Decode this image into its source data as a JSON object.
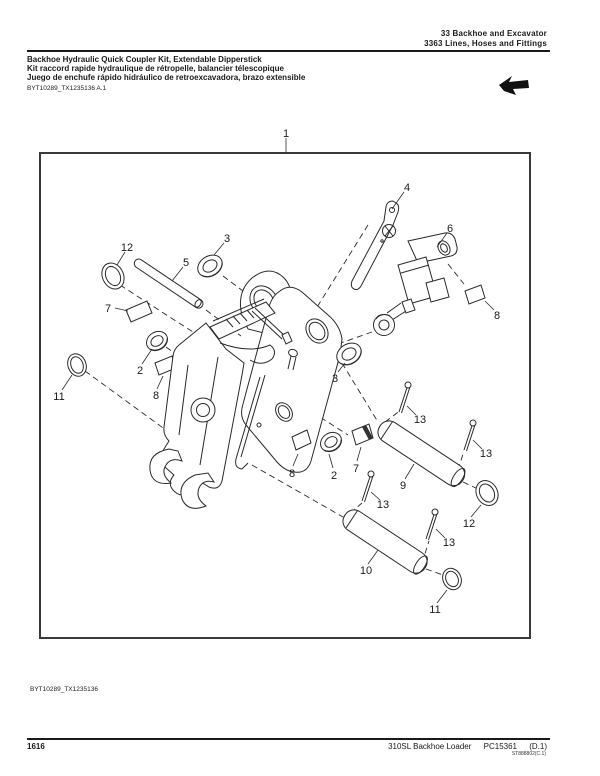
{
  "header": {
    "line1": "33 Backhoe and Excavator",
    "line2": "3363 Lines, Hoses and Fittings"
  },
  "title": {
    "en": "Backhoe Hydraulic Quick Coupler Kit, Extendable Dipperstick",
    "fr": "Kit raccord rapide hydraulique de rétropelle, balancier télescopique",
    "es": "Juego de enchufe rápido hidráulico de retroexcavadora, brazo extensible"
  },
  "figure_ref": "BYT10289_TX1235136 A.1",
  "caption": "BYT10289_TX1235136",
  "footer": {
    "page_number": "1616",
    "model": "310SL Backhoe Loader",
    "catalog": "PC15361",
    "revision": "(D.1)",
    "sub_right": "ST888802(C.1)"
  },
  "colors": {
    "line": "#2a2a2a",
    "text": "#1a1a1a",
    "background": "#ffffff"
  },
  "diagram": {
    "description": "Exploded parts view of hydraulic quick coupler assembly",
    "callouts": [
      {
        "label": "1"
      },
      {
        "label": "12"
      },
      {
        "label": "5"
      },
      {
        "label": "3"
      },
      {
        "label": "7"
      },
      {
        "label": "2"
      },
      {
        "label": "8"
      },
      {
        "label": "11"
      },
      {
        "label": "4"
      },
      {
        "label": "6"
      },
      {
        "label": "8"
      },
      {
        "label": "3"
      },
      {
        "label": "13"
      },
      {
        "label": "13"
      },
      {
        "label": "9"
      },
      {
        "label": "12"
      },
      {
        "label": "13"
      },
      {
        "label": "13"
      },
      {
        "label": "10"
      },
      {
        "label": "11"
      },
      {
        "label": "2"
      },
      {
        "label": "7"
      },
      {
        "label": "8"
      }
    ]
  }
}
